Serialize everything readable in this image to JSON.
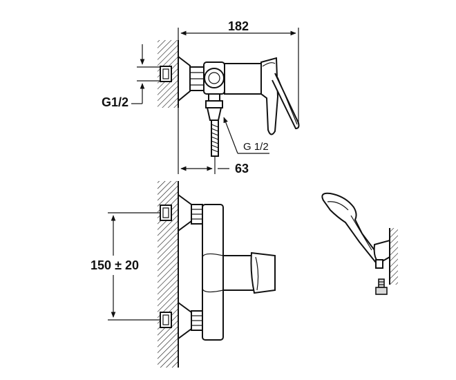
{
  "labels": {
    "dim_width": "182",
    "dim_outlet": "63",
    "dim_spacing": "150 ± 20",
    "thread_inlet": "G1/2",
    "thread_outlet": "G 1/2"
  },
  "icons": {
    "hand_shower": "hand-shower-icon",
    "wall_bracket": "wall-bracket-icon",
    "screw": "screw-icon"
  }
}
